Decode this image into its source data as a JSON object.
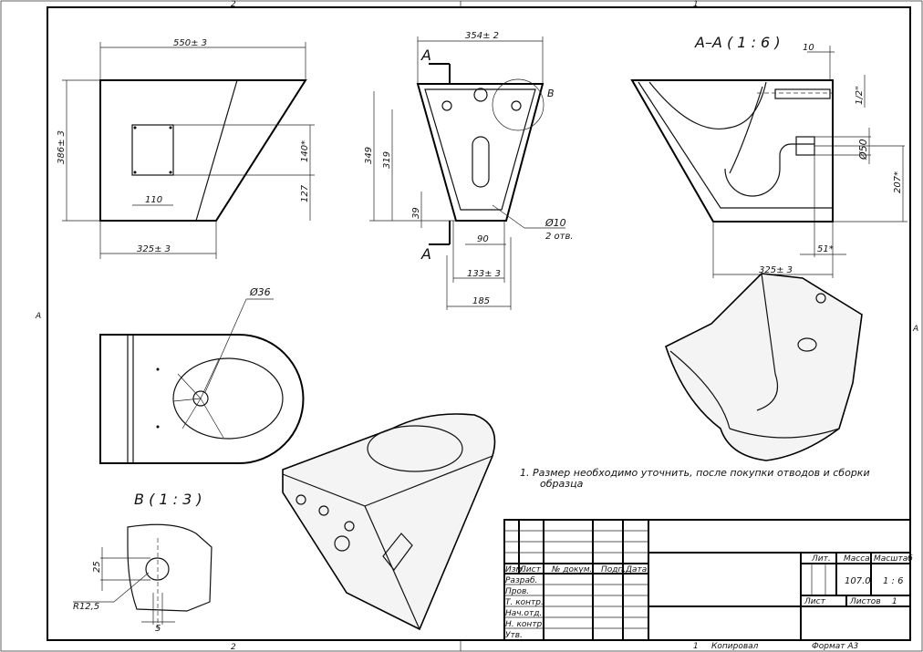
{
  "zones": {
    "top_left": "2",
    "top_right": "1",
    "left": "A",
    "right": "A",
    "bottom_left": "2",
    "bottom_right": "1"
  },
  "front_view": {
    "width": "550± 3",
    "height": "386± 3",
    "window_h": "140*",
    "bottom_h": "127",
    "window_w": "110",
    "base_w": "325± 3"
  },
  "side_view": {
    "width": "354± 2",
    "h1": "349",
    "h2": "319",
    "h3": "39",
    "w1": "90",
    "hole": "Ø10",
    "hole_note": "2 отв.",
    "w2": "133± 3",
    "w3": "185",
    "section_mark": "A",
    "detail_mark": "B"
  },
  "section_view": {
    "title": "A–A ( 1 : 6 )",
    "d10": "10",
    "pipe": "1/2\"",
    "dia50": "Ø50",
    "h207": "207*",
    "d51": "51*",
    "base": "325± 3"
  },
  "top_view": {
    "hole": "Ø36"
  },
  "detail_view": {
    "title": "B ( 1 : 3 )",
    "d25": "25",
    "radius": "R12,5",
    "d5": "5"
  },
  "notes": [
    "1.   Размер необходимо уточнить, после покупки отводов и сборки",
    "образца"
  ],
  "title_block": {
    "headers": [
      "Изм.",
      "Лист",
      "№ докум.",
      "Подп.",
      "Дата"
    ],
    "roles": [
      "Разраб.",
      "Пров.",
      "Т. контр.",
      "Нач.отд.",
      "Н. контр.",
      "Утв."
    ],
    "lit_label": "Лит.",
    "mass_label": "Масса",
    "scale_label": "Масштаб",
    "mass": "107.0",
    "scale": "1 : 6",
    "sheet_label": "Лист",
    "sheets_label": "Листов",
    "sheets": "1"
  },
  "footer": {
    "copy_num": "1",
    "copied": "Копировал",
    "format": "Формат А3"
  }
}
